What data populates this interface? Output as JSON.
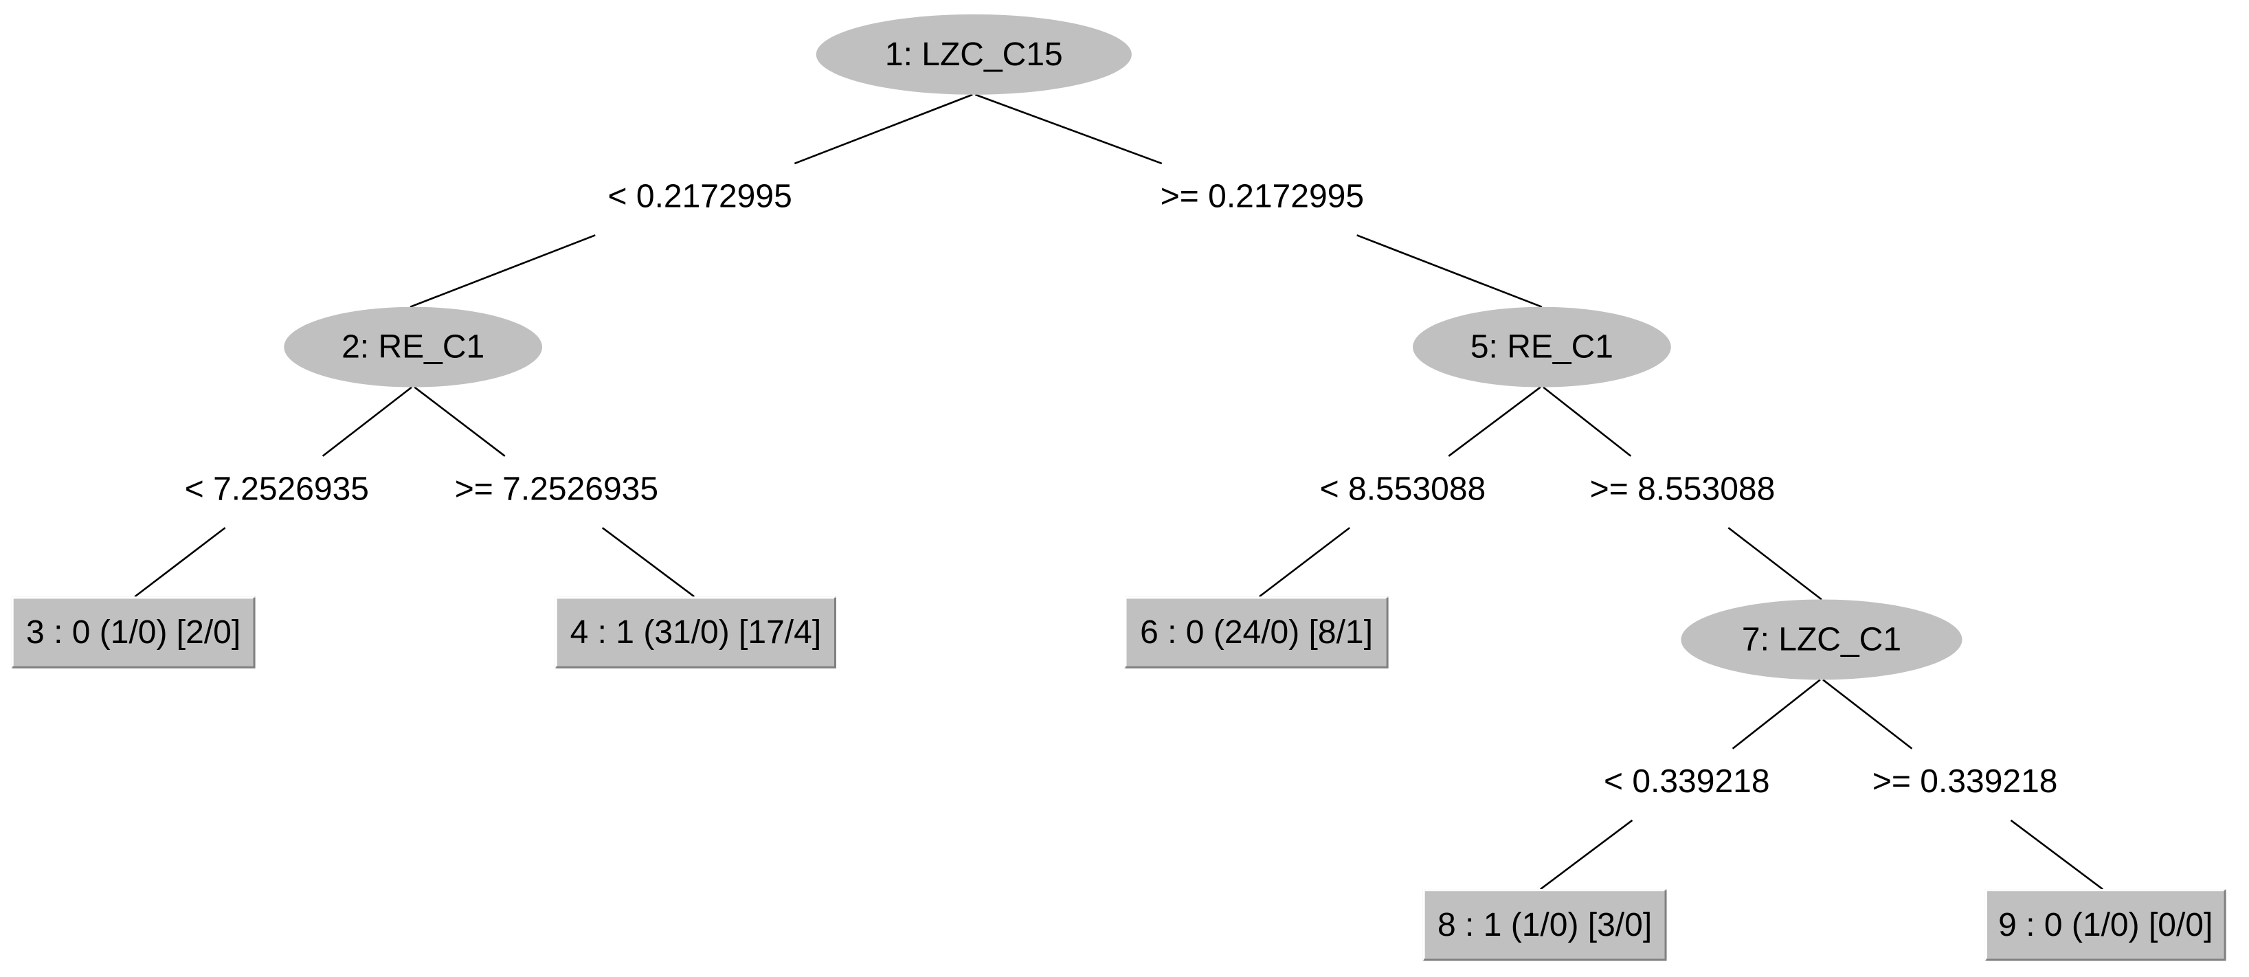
{
  "tree": {
    "nodes": [
      {
        "id": "n1",
        "label": "1: LZC_C15"
      },
      {
        "id": "n2",
        "label": "2: RE_C1"
      },
      {
        "id": "n5",
        "label": "5: RE_C1"
      },
      {
        "id": "n7",
        "label": "7: LZC_C1"
      }
    ],
    "leaves": [
      {
        "id": "l3",
        "label": "3 : 0 (1/0) [2/0]"
      },
      {
        "id": "l4",
        "label": "4 : 1 (31/0) [17/4]"
      },
      {
        "id": "l6",
        "label": "6 : 0 (24/0) [8/1]"
      },
      {
        "id": "l8",
        "label": "8 : 1 (1/0) [3/0]"
      },
      {
        "id": "l9",
        "label": "9 : 0 (1/0) [0/0]"
      }
    ],
    "edges": [
      {
        "id": "e1_2",
        "label": "< 0.2172995"
      },
      {
        "id": "e1_5",
        "label": ">= 0.2172995"
      },
      {
        "id": "e2_3",
        "label": "< 7.2526935"
      },
      {
        "id": "e2_4",
        "label": ">= 7.2526935"
      },
      {
        "id": "e5_6",
        "label": "< 8.553088"
      },
      {
        "id": "e5_7",
        "label": ">= 8.553088"
      },
      {
        "id": "e7_8",
        "label": "< 0.339218"
      },
      {
        "id": "e7_9",
        "label": ">= 0.339218"
      }
    ]
  }
}
